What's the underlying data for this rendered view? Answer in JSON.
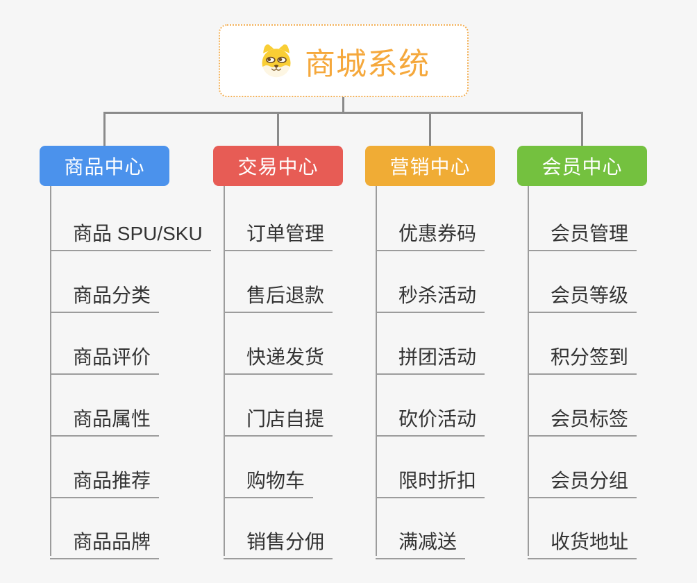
{
  "canvas": {
    "background": "#f6f6f6",
    "connector_color": "#8a8a8a",
    "leaf_line_color": "#9c9c9c"
  },
  "root": {
    "label": "商城系统",
    "icon": "dog-face-icon",
    "text_color": "#f5a83c",
    "border_color": "#f3b056"
  },
  "branches": [
    {
      "label": "商品中心",
      "color": "#4b92ec",
      "items": [
        "商品 SPU/SKU",
        "商品分类",
        "商品评价",
        "商品属性",
        "商品推荐",
        "商品品牌"
      ]
    },
    {
      "label": "交易中心",
      "color": "#e75c55",
      "items": [
        "订单管理",
        "售后退款",
        "快递发货",
        "门店自提",
        "购物车",
        "销售分佣"
      ]
    },
    {
      "label": "营销中心",
      "color": "#f0ac35",
      "items": [
        "优惠券码",
        "秒杀活动",
        "拼团活动",
        "砍价活动",
        "限时折扣",
        "满减送"
      ]
    },
    {
      "label": "会员中心",
      "color": "#74c13f",
      "items": [
        "会员管理",
        "会员等级",
        "积分签到",
        "会员标签",
        "会员分组",
        "收货地址"
      ]
    }
  ]
}
